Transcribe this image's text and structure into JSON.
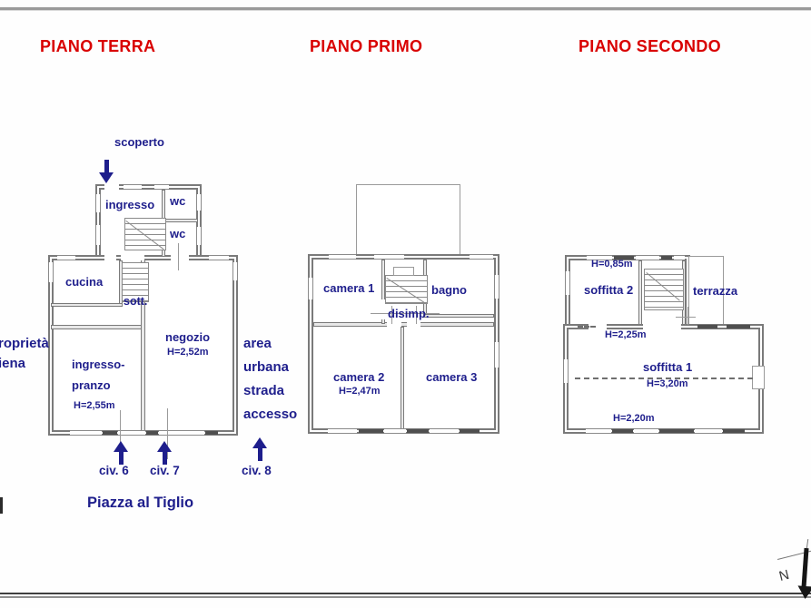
{
  "titles": {
    "terra": "PIANO TERRA",
    "primo": "PIANO PRIMO",
    "secondo": "PIANO SECONDO"
  },
  "colors": {
    "title_red": "#d90000",
    "label_navy": "#1e1e8c"
  },
  "ground": {
    "scoperto": "scoperto",
    "ingresso": "ingresso",
    "wc_top": "wc",
    "wc_bottom": "wc",
    "cucina": "cucina",
    "sott": "sott.",
    "negozio": "negozio",
    "negozio_h": "H=2,52m",
    "pranzo_line1": "ingresso-",
    "pranzo_line2": "pranzo",
    "pranzo_h": "H=2,55m",
    "area_urbana": [
      "area",
      "urbana",
      "strada",
      "accesso"
    ],
    "edge_left": [
      "roprietà",
      "iena"
    ],
    "civ": [
      "civ. 6",
      "civ. 7",
      "civ. 8"
    ],
    "piazza": "Piazza al Tiglio"
  },
  "first": {
    "camera1": "camera 1",
    "bagno": "bagno",
    "disimp": "disimp.",
    "camera2": "camera 2",
    "camera2_h": "H=2,47m",
    "camera3": "camera 3"
  },
  "second": {
    "h085": "H=0,85m",
    "soffitta2": "soffitta 2",
    "terrazza": "terrazza",
    "h225": "H=2,25m",
    "soffitta1": "soffitta 1",
    "h320": "H=3,20m",
    "h220": "H=2,20m"
  },
  "compass": {
    "north": "N"
  }
}
